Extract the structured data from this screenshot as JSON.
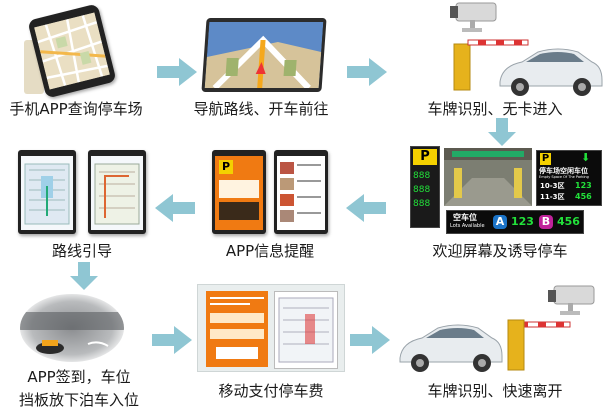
{
  "steps": {
    "s1": "手机APP查询停车场",
    "s2": "导航路线、开车前往",
    "s3": "车牌识别、无卡进入",
    "s4": "欢迎屏幕及诱导停车",
    "s5": "APP信息提醒",
    "s6": "路线引导",
    "s7_line1": "APP签到，车位",
    "s7_line2": "挡板放下泊车入位",
    "s8": "移动支付停车费",
    "s9": "车牌识别、快速离开"
  },
  "guidance_sign": {
    "p": "P",
    "title": "停车场空闲车位",
    "subtitle": "Empty Space Of The Parking",
    "row1_zone": "10-3区",
    "row1_count": "123",
    "row2_zone": "11-3区",
    "row2_count": "456"
  },
  "empty_sign": {
    "title": "空车位",
    "subtitle": "Lots Available",
    "a_label": "A",
    "a_count": "123",
    "b_label": "B",
    "b_count": "456"
  },
  "totem": {
    "p": "P",
    "digits1": "888",
    "digits2": "888",
    "digits3": "888"
  },
  "colors": {
    "arrow": "#8fc6d3",
    "sign_yellow": "#f4d100",
    "led_green": "#22e03a",
    "led_yellow": "#f7d21a",
    "pill_blue": "#1c74c8",
    "pill_magenta": "#c0239a",
    "app_orange": "#f07a12"
  }
}
